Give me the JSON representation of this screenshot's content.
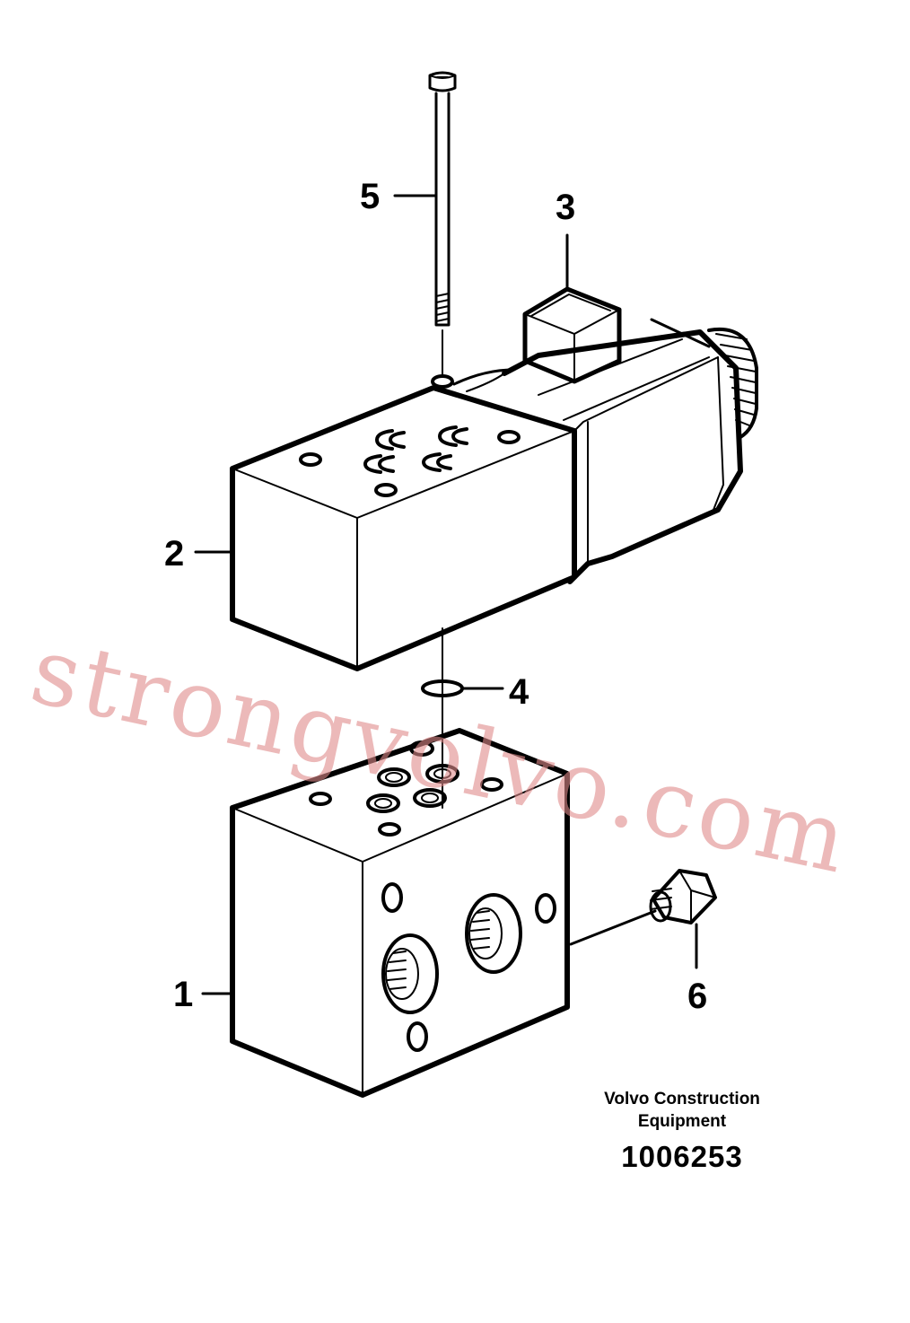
{
  "callouts": [
    "1",
    "2",
    "3",
    "4",
    "5",
    "6"
  ],
  "caption": {
    "maker_line1": "Volvo Construction",
    "maker_line2": "Equipment",
    "part_number": "1006253"
  },
  "watermark": "strongvolvo.com",
  "colors": {
    "line": "#000000",
    "background": "#ffffff",
    "watermark": "#e08a8a"
  }
}
